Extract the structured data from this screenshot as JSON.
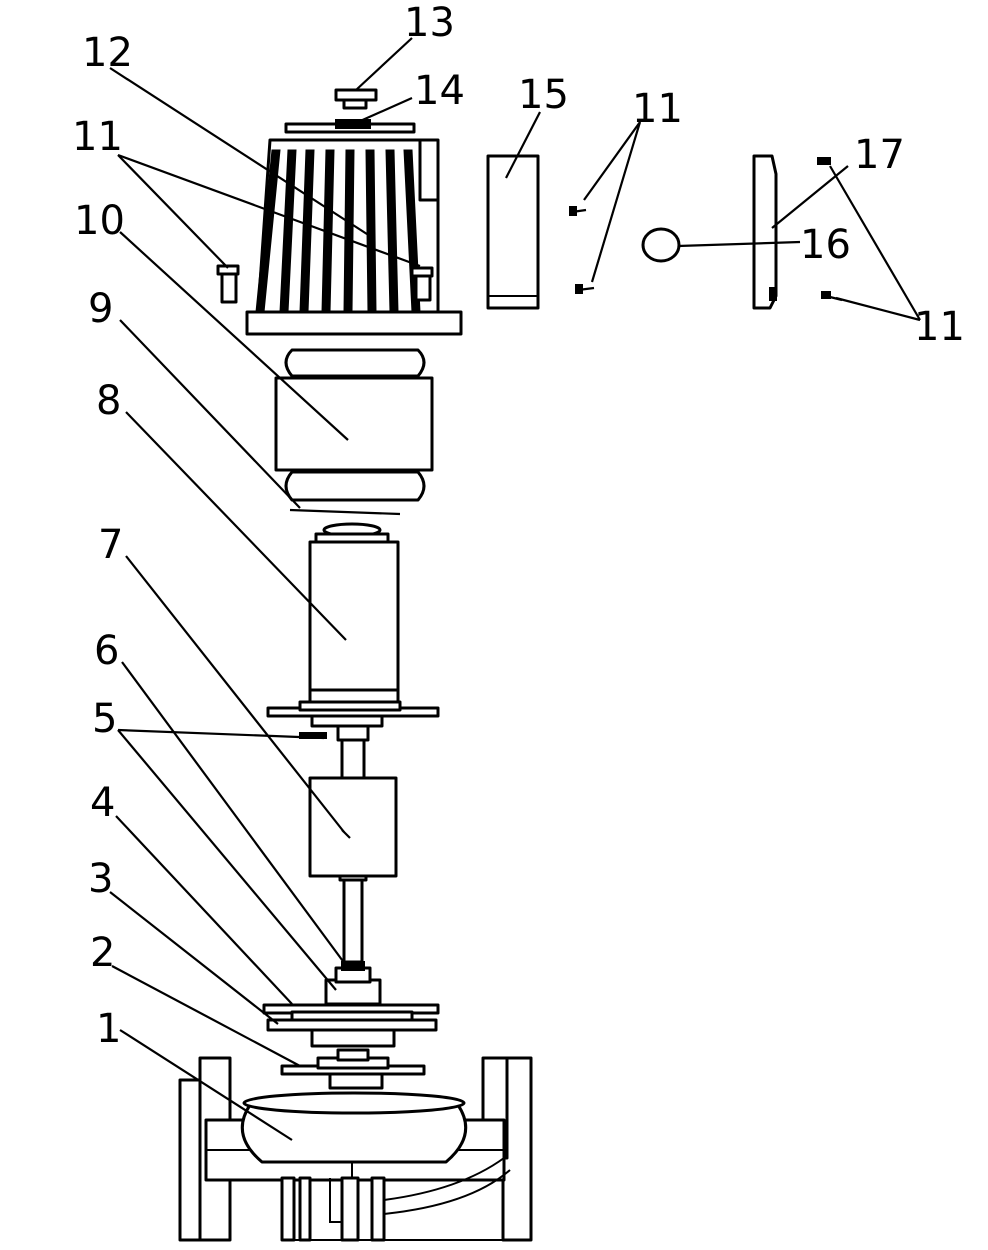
{
  "diagram": {
    "type": "exploded-assembly-drawing",
    "callouts": {
      "c1": "1",
      "c2": "2",
      "c3": "3",
      "c4": "4",
      "c5": "5",
      "c6": "6",
      "c7": "7",
      "c8": "8",
      "c9": "9",
      "c10": "10",
      "c11a": "11",
      "c11b": "11",
      "c11c": "11",
      "c12": "12",
      "c13": "13",
      "c14": "14",
      "c15": "15",
      "c16": "16",
      "c17": "17"
    }
  }
}
